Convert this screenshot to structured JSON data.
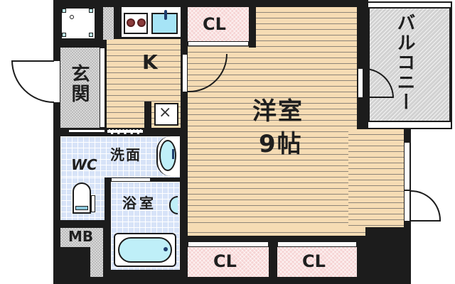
{
  "floor_plan": {
    "type": "apartment-1K",
    "rooms": {
      "western_room": {
        "name": "洋室",
        "size": "9帖"
      },
      "kitchen": {
        "name": "K"
      },
      "entrance": {
        "name": "玄関"
      },
      "washroom": {
        "name": "洗面"
      },
      "toilet": {
        "name": "WC"
      },
      "bathroom": {
        "name": "浴室"
      },
      "meter_box": {
        "name": "MB"
      },
      "balcony": {
        "name": "バルコニー"
      },
      "closet_top": {
        "name": "CL"
      },
      "closet_bottom_left": {
        "name": "CL"
      },
      "closet_bottom_right": {
        "name": "CL"
      }
    },
    "colors": {
      "wall": "#1c1c1c",
      "wood_floor": "#f6dcb4",
      "tile_floor": "#d7e3f8",
      "closet": "#f6d4d4",
      "balcony": "#d2d2d2",
      "sink_water": "#a6e4f6"
    }
  }
}
